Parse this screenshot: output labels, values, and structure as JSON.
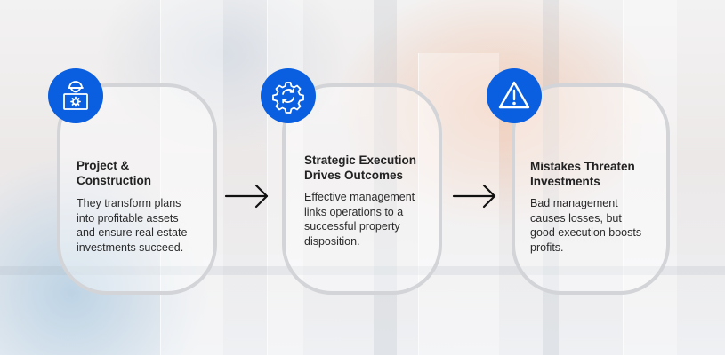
{
  "steps": [
    {
      "title": "Project & Construction",
      "title_lines": [
        "Project &",
        "Construction"
      ],
      "desc_lines": [
        "They transform plans",
        "into profitable assets",
        "and ensure real estate",
        "investments succeed."
      ],
      "icon": "engineer-blueprint-icon"
    },
    {
      "title": "Strategic Execution Drives Outcomes",
      "title_lines": [
        "Strategic Execution",
        "Drives Outcomes"
      ],
      "desc_lines": [
        "Effective management",
        "links operations to a",
        "successful property",
        "disposition."
      ],
      "icon": "gear-cycle-icon"
    },
    {
      "title": "Mistakes Threaten Investments",
      "title_lines": [
        "Mistakes Threaten",
        "Investments"
      ],
      "desc_lines": [
        "Bad management",
        "causes losses, but",
        "good execution boosts",
        "profits."
      ],
      "icon": "warning-triangle-icon"
    }
  ],
  "colors": {
    "icon_bg": "#0a5fe0",
    "card_border": "#d3d4d7",
    "arrow": "#111111"
  }
}
